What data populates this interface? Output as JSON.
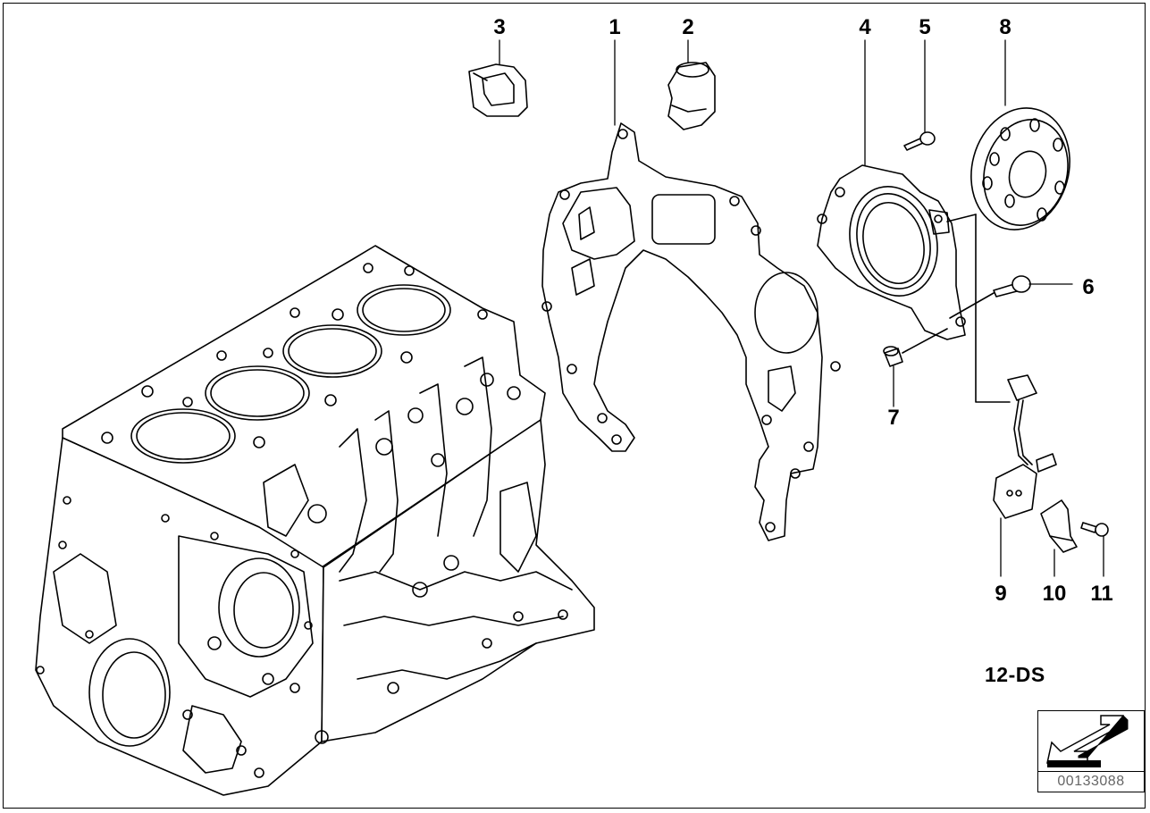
{
  "callouts": [
    "1",
    "2",
    "3",
    "4",
    "5",
    "6",
    "7",
    "8",
    "9",
    "10",
    "11"
  ],
  "diagram_code": "12-DS",
  "catalog_number": "00133088",
  "nav_icon": "arrow-down-left-icon"
}
